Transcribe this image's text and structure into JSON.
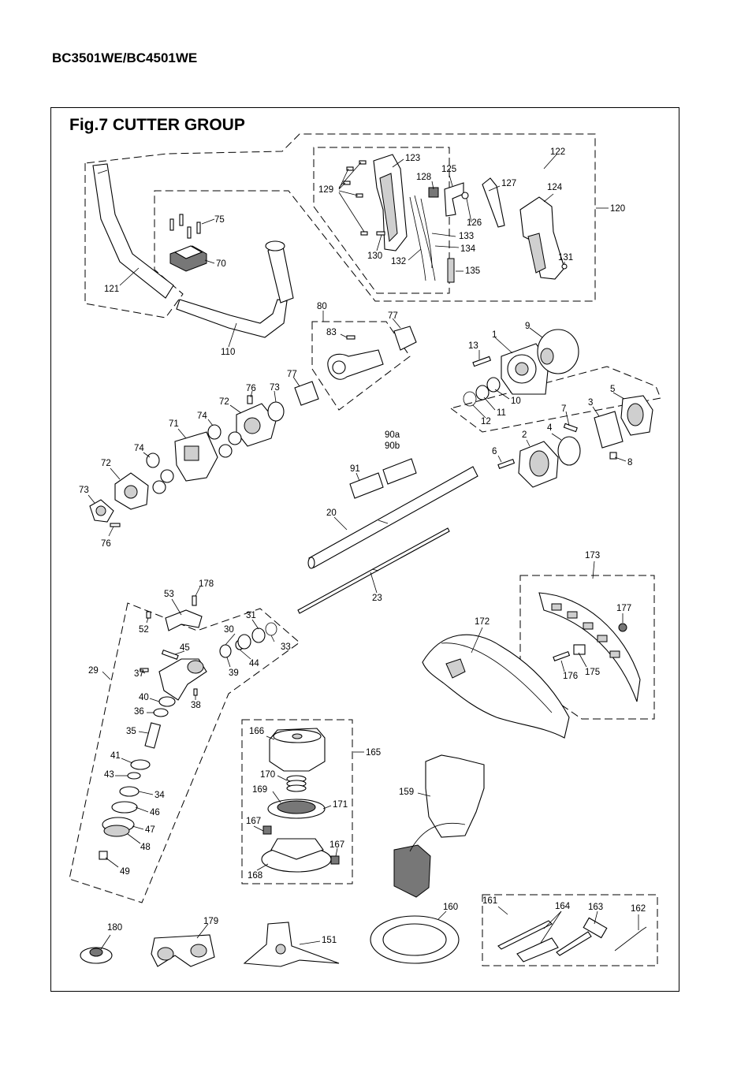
{
  "header": {
    "model": "BC3501WE/BC4501WE"
  },
  "figure": {
    "title": "Fig.7  CUTTER GROUP"
  },
  "labels": [
    {
      "id": "l123",
      "text": "123"
    },
    {
      "id": "l122",
      "text": "122"
    },
    {
      "id": "l128",
      "text": "128"
    },
    {
      "id": "l125",
      "text": "125"
    },
    {
      "id": "l127",
      "text": "127"
    },
    {
      "id": "l124",
      "text": "124"
    },
    {
      "id": "l129",
      "text": "129"
    },
    {
      "id": "l120",
      "text": "120"
    },
    {
      "id": "l75",
      "text": "75"
    },
    {
      "id": "l126",
      "text": "126"
    },
    {
      "id": "l133",
      "text": "133"
    },
    {
      "id": "l134",
      "text": "134"
    },
    {
      "id": "l130",
      "text": "130"
    },
    {
      "id": "l132",
      "text": "132"
    },
    {
      "id": "l131",
      "text": "131"
    },
    {
      "id": "l70",
      "text": "70"
    },
    {
      "id": "l135",
      "text": "135"
    },
    {
      "id": "l121",
      "text": "121"
    },
    {
      "id": "l80",
      "text": "80"
    },
    {
      "id": "l77a",
      "text": "77"
    },
    {
      "id": "l83",
      "text": "83"
    },
    {
      "id": "l110",
      "text": "110"
    },
    {
      "id": "l9",
      "text": "9"
    },
    {
      "id": "l1",
      "text": "1"
    },
    {
      "id": "l13",
      "text": "13"
    },
    {
      "id": "l77b",
      "text": "77"
    },
    {
      "id": "l76a",
      "text": "76"
    },
    {
      "id": "l73a",
      "text": "73"
    },
    {
      "id": "l72a",
      "text": "72"
    },
    {
      "id": "l5",
      "text": "5"
    },
    {
      "id": "l10",
      "text": "10"
    },
    {
      "id": "l11",
      "text": "11"
    },
    {
      "id": "l74a",
      "text": "74"
    },
    {
      "id": "l7",
      "text": "7"
    },
    {
      "id": "l3",
      "text": "3"
    },
    {
      "id": "l12",
      "text": "12"
    },
    {
      "id": "l71",
      "text": "71"
    },
    {
      "id": "l90a",
      "text": "90a"
    },
    {
      "id": "l90b",
      "text": "90b"
    },
    {
      "id": "l2",
      "text": "2"
    },
    {
      "id": "l4",
      "text": "4"
    },
    {
      "id": "l74b",
      "text": "74"
    },
    {
      "id": "l6",
      "text": "6"
    },
    {
      "id": "l8",
      "text": "8"
    },
    {
      "id": "l72b",
      "text": "72"
    },
    {
      "id": "l91",
      "text": "91"
    },
    {
      "id": "l73b",
      "text": "73"
    },
    {
      "id": "l20",
      "text": "20"
    },
    {
      "id": "l76b",
      "text": "76"
    },
    {
      "id": "l173",
      "text": "173"
    },
    {
      "id": "l178",
      "text": "178"
    },
    {
      "id": "l53",
      "text": "53"
    },
    {
      "id": "l23",
      "text": "23"
    },
    {
      "id": "l177",
      "text": "177"
    },
    {
      "id": "l31",
      "text": "31"
    },
    {
      "id": "l52",
      "text": "52"
    },
    {
      "id": "l172",
      "text": "172"
    },
    {
      "id": "l30",
      "text": "30"
    },
    {
      "id": "l45",
      "text": "45"
    },
    {
      "id": "l33",
      "text": "33"
    },
    {
      "id": "l44",
      "text": "44"
    },
    {
      "id": "l29",
      "text": "29"
    },
    {
      "id": "l37",
      "text": "37"
    },
    {
      "id": "l39",
      "text": "39"
    },
    {
      "id": "l176",
      "text": "176"
    },
    {
      "id": "l175",
      "text": "175"
    },
    {
      "id": "l40",
      "text": "40"
    },
    {
      "id": "l38",
      "text": "38"
    },
    {
      "id": "l36",
      "text": "36"
    },
    {
      "id": "l166",
      "text": "166"
    },
    {
      "id": "l165",
      "text": "165"
    },
    {
      "id": "l35",
      "text": "35"
    },
    {
      "id": "l41",
      "text": "41"
    },
    {
      "id": "l170",
      "text": "170"
    },
    {
      "id": "l43",
      "text": "43"
    },
    {
      "id": "l169",
      "text": "169"
    },
    {
      "id": "l159",
      "text": "159"
    },
    {
      "id": "l34",
      "text": "34"
    },
    {
      "id": "l171",
      "text": "171"
    },
    {
      "id": "l46",
      "text": "46"
    },
    {
      "id": "l167a",
      "text": "167"
    },
    {
      "id": "l47",
      "text": "47"
    },
    {
      "id": "l48",
      "text": "48"
    },
    {
      "id": "l167b",
      "text": "167"
    },
    {
      "id": "l49",
      "text": "49"
    },
    {
      "id": "l168",
      "text": "168"
    },
    {
      "id": "l161",
      "text": "161"
    },
    {
      "id": "l164",
      "text": "164"
    },
    {
      "id": "l163",
      "text": "163"
    },
    {
      "id": "l162",
      "text": "162"
    },
    {
      "id": "l160",
      "text": "160"
    },
    {
      "id": "l180",
      "text": "180"
    },
    {
      "id": "l179",
      "text": "179"
    },
    {
      "id": "l151",
      "text": "151"
    }
  ]
}
